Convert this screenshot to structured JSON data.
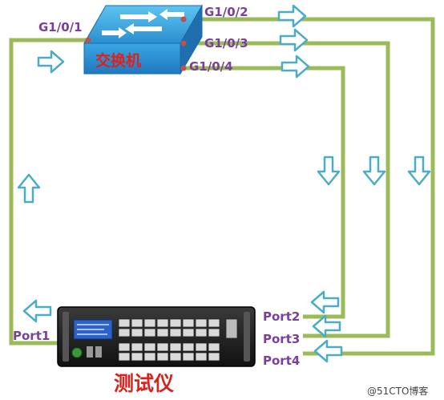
{
  "switch": {
    "label": "交换机",
    "ports": {
      "p1": "G1/0/1",
      "p2": "G1/0/2",
      "p3": "G1/0/3",
      "p4": "G1/0/4"
    }
  },
  "tester": {
    "label": "测试仪",
    "ports": {
      "p1": "Port1",
      "p2": "Port2",
      "p3": "Port3",
      "p4": "Port4"
    }
  },
  "watermark": "@51CTO博客",
  "colors": {
    "link": "#9bbb59",
    "arrow_outline": "#4bacc6",
    "arrow_fill": "#ffffff",
    "port_text": "#7a3f9a",
    "title_text": "#e0201a"
  }
}
